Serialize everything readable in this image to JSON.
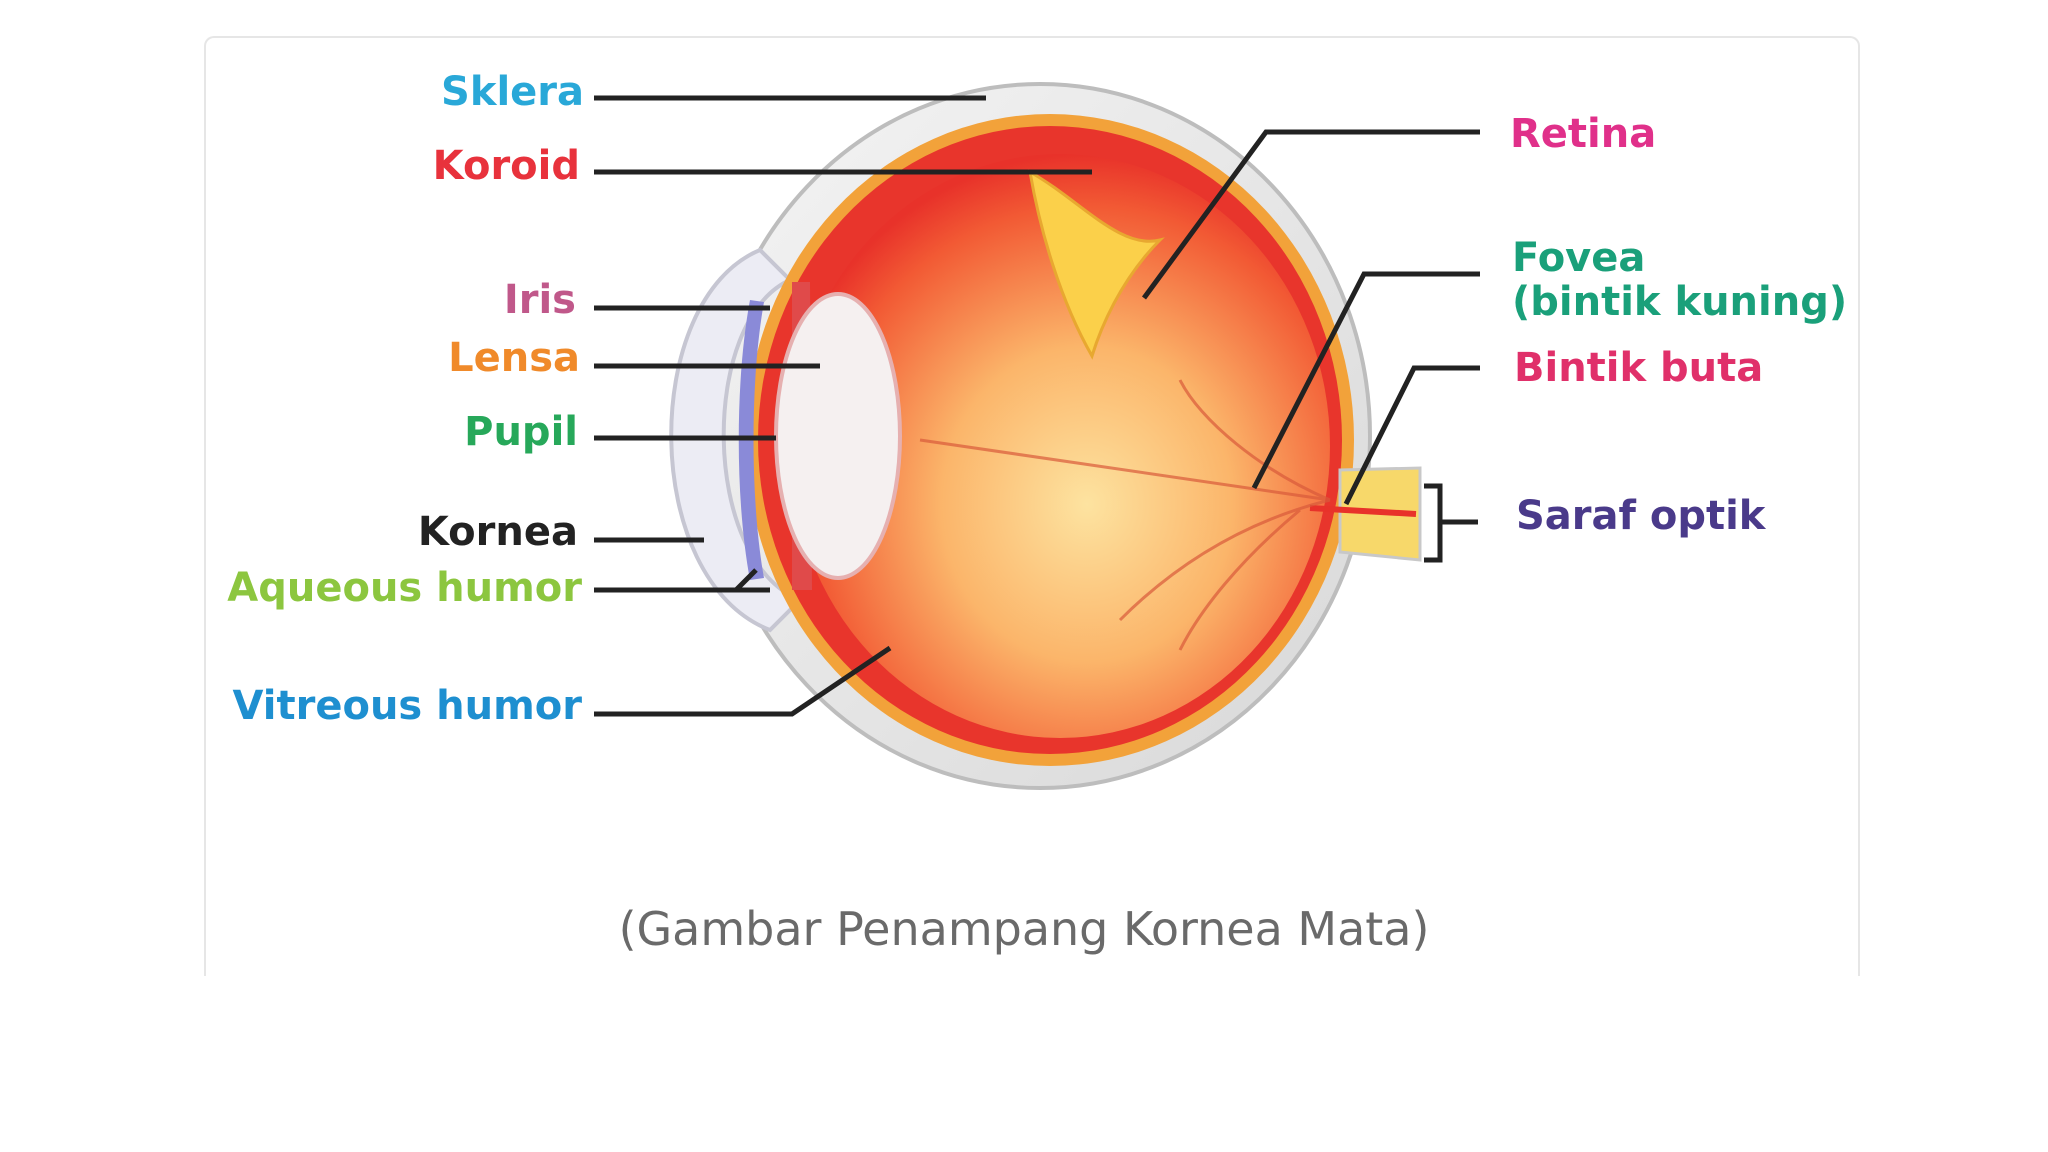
{
  "labels": {
    "sklera": "Sklera",
    "koroid": "Koroid",
    "iris": "Iris",
    "lensa": "Lensa",
    "pupil": "Pupil",
    "kornea": "Kornea",
    "aqueous_humor": "Aqueous humor",
    "vitreous_humor": "Vitreous humor",
    "retina": "Retina",
    "fovea_line1": "Fovea",
    "fovea_line2": "(bintik kuning)",
    "bintik_buta": "Bintik buta",
    "saraf_optik": "Saraf optik"
  },
  "caption": "(Gambar Penampang Kornea Mata)",
  "colors": {
    "sklera": "#29a8d8",
    "koroid": "#e8323c",
    "iris": "#c0588a",
    "lensa": "#f08a2a",
    "pupil": "#27a85a",
    "kornea": "#222222",
    "aqueous_humor": "#8cc63f",
    "vitreous_humor": "#1e8fd0",
    "retina": "#e0308a",
    "fovea": "#1aa07a",
    "bintik_buta": "#e0306a",
    "saraf_optik": "#4a3a8a"
  }
}
